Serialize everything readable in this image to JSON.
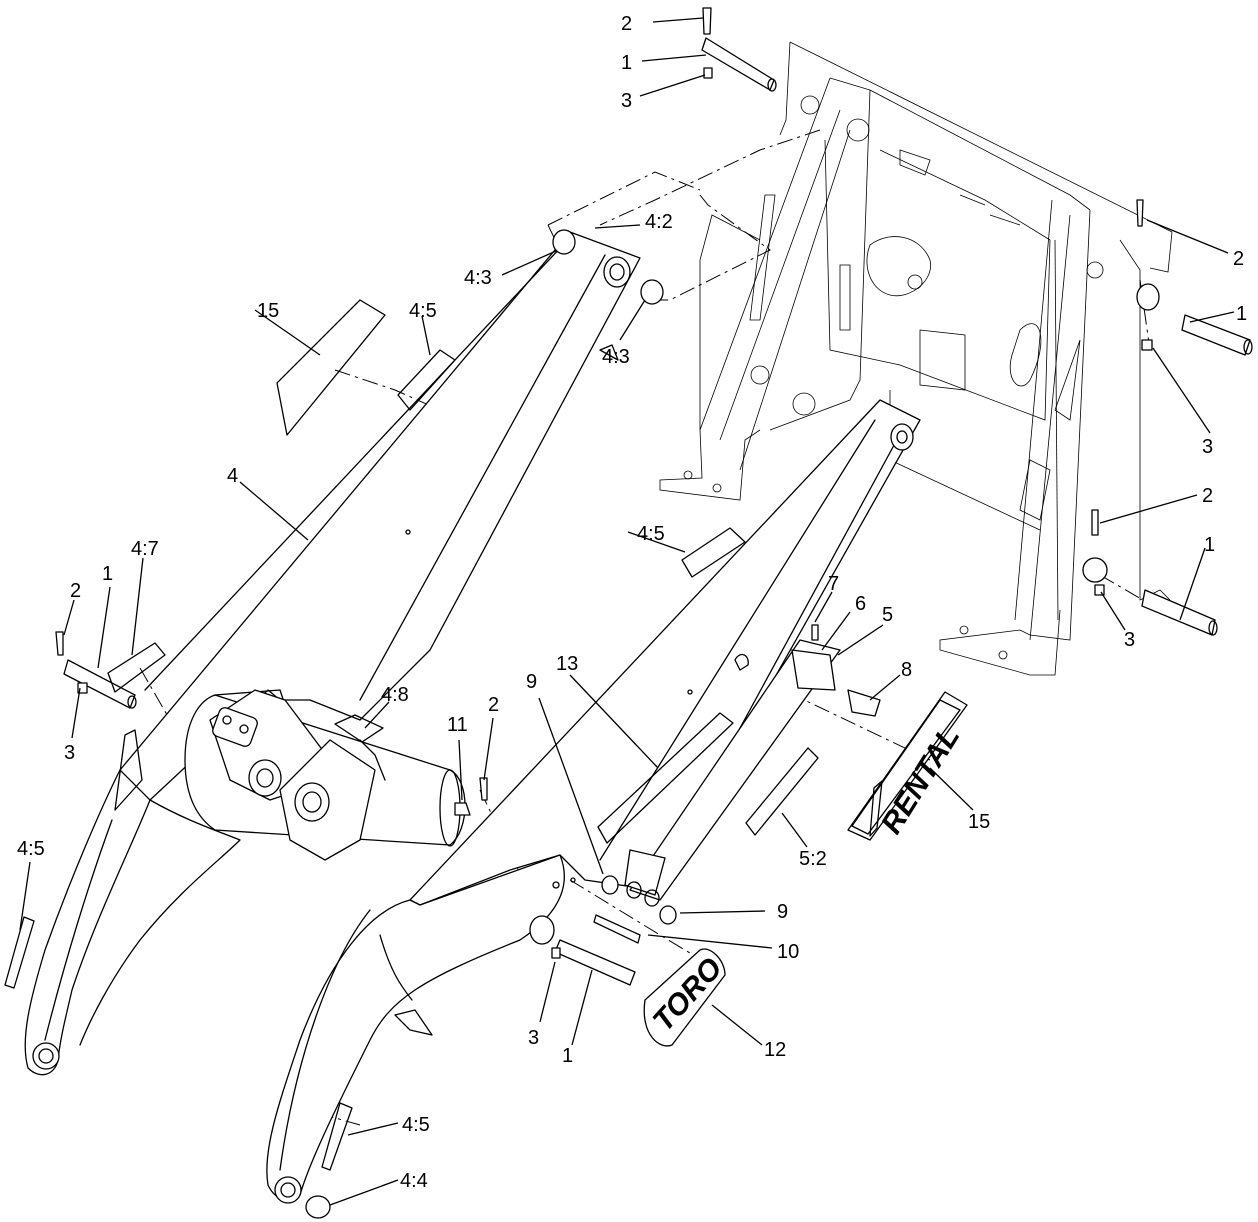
{
  "decals": {
    "rental_text": "RENTAL",
    "brand_text": "TORO"
  },
  "callouts": [
    {
      "id": "c1",
      "text": "2"
    },
    {
      "id": "c2",
      "text": "1"
    },
    {
      "id": "c3",
      "text": "3"
    },
    {
      "id": "c4",
      "text": "4:2"
    },
    {
      "id": "c5",
      "text": "4:3"
    },
    {
      "id": "c6",
      "text": "4:3"
    },
    {
      "id": "c7",
      "text": "15"
    },
    {
      "id": "c8",
      "text": "4:5"
    },
    {
      "id": "c9",
      "text": "2"
    },
    {
      "id": "c10",
      "text": "1"
    },
    {
      "id": "c11",
      "text": "3"
    },
    {
      "id": "c12",
      "text": "4"
    },
    {
      "id": "c13",
      "text": "4:5"
    },
    {
      "id": "c14",
      "text": "2"
    },
    {
      "id": "c15",
      "text": "1"
    },
    {
      "id": "c16",
      "text": "3"
    },
    {
      "id": "c17",
      "text": "2"
    },
    {
      "id": "c18",
      "text": "1"
    },
    {
      "id": "c19",
      "text": "4:7"
    },
    {
      "id": "c20",
      "text": "3"
    },
    {
      "id": "c21",
      "text": "7"
    },
    {
      "id": "c22",
      "text": "6"
    },
    {
      "id": "c23",
      "text": "5"
    },
    {
      "id": "c24",
      "text": "8"
    },
    {
      "id": "c25",
      "text": "13"
    },
    {
      "id": "c26",
      "text": "9"
    },
    {
      "id": "c27",
      "text": "4:8"
    },
    {
      "id": "c28",
      "text": "11"
    },
    {
      "id": "c29",
      "text": "2"
    },
    {
      "id": "c30",
      "text": "15"
    },
    {
      "id": "c31",
      "text": "5:2"
    },
    {
      "id": "c32",
      "text": "4:5"
    },
    {
      "id": "c33",
      "text": "9"
    },
    {
      "id": "c34",
      "text": "10"
    },
    {
      "id": "c35",
      "text": "3"
    },
    {
      "id": "c36",
      "text": "1"
    },
    {
      "id": "c37",
      "text": "12"
    },
    {
      "id": "c38",
      "text": "4:5"
    },
    {
      "id": "c39",
      "text": "4:4"
    }
  ]
}
